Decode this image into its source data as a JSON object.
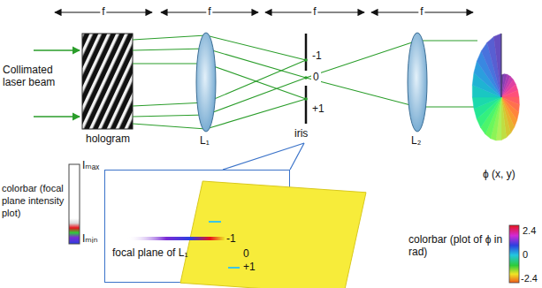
{
  "diagram": {
    "nodes": [
      {
        "text": [
          "focal plane of L₁"
        ]
      },
      {
        "text": [
          "-1",
          "0",
          "+1"
        ],
        "in": 0
      }
    ],
    "labels": [
      "f",
      "f",
      "f",
      "f",
      "Collimated laser beam",
      "hologram",
      "L₁",
      "iris",
      "-1",
      "0",
      "+1",
      "L₂",
      "ϕ (x, y)",
      "colorbar (focal plane intensity plot)",
      "Iₘₐₓ",
      "Iₘᵢₙ",
      "colorbar (plot of ϕ in rad)",
      "2.4",
      "0",
      "-2.4"
    ]
  }
}
